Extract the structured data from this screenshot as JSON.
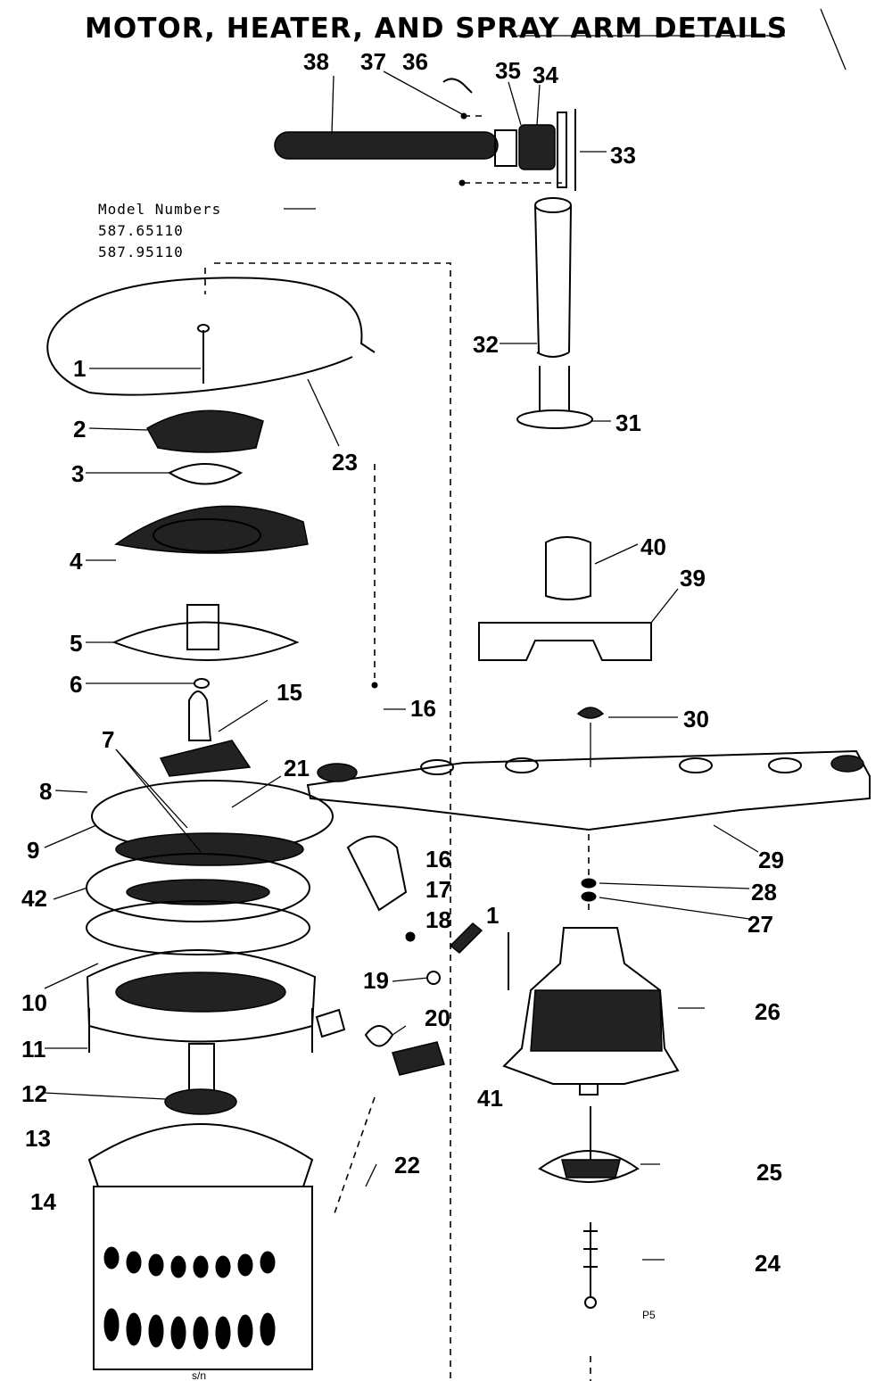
{
  "title": "MOTOR, HEATER, AND SPRAY ARM DETAILS",
  "model_block": {
    "heading": "Model Numbers",
    "numbers": [
      "587.65110",
      "587.95110"
    ]
  },
  "page_mark": "P5",
  "bottom_mark": "s/n",
  "callouts": {
    "c1": "1",
    "c1b": "1",
    "c2": "2",
    "c3": "3",
    "c4": "4",
    "c5": "5",
    "c6": "6",
    "c7": "7",
    "c8": "8",
    "c9": "9",
    "c10": "10",
    "c11": "11",
    "c12": "12",
    "c13": "13",
    "c14": "14",
    "c15": "15",
    "c16a": "16",
    "c16b": "16",
    "c17": "17",
    "c18": "18",
    "c19": "19",
    "c20": "20",
    "c21": "21",
    "c22": "22",
    "c23": "23",
    "c24": "24",
    "c25": "25",
    "c26": "26",
    "c27": "27",
    "c28": "28",
    "c29": "29",
    "c30": "30",
    "c31": "31",
    "c32": "32",
    "c33": "33",
    "c34": "34",
    "c35": "35",
    "c36": "36",
    "c37": "37",
    "c38": "38",
    "c39": "39",
    "c40": "40",
    "c41": "41",
    "c42": "42"
  }
}
